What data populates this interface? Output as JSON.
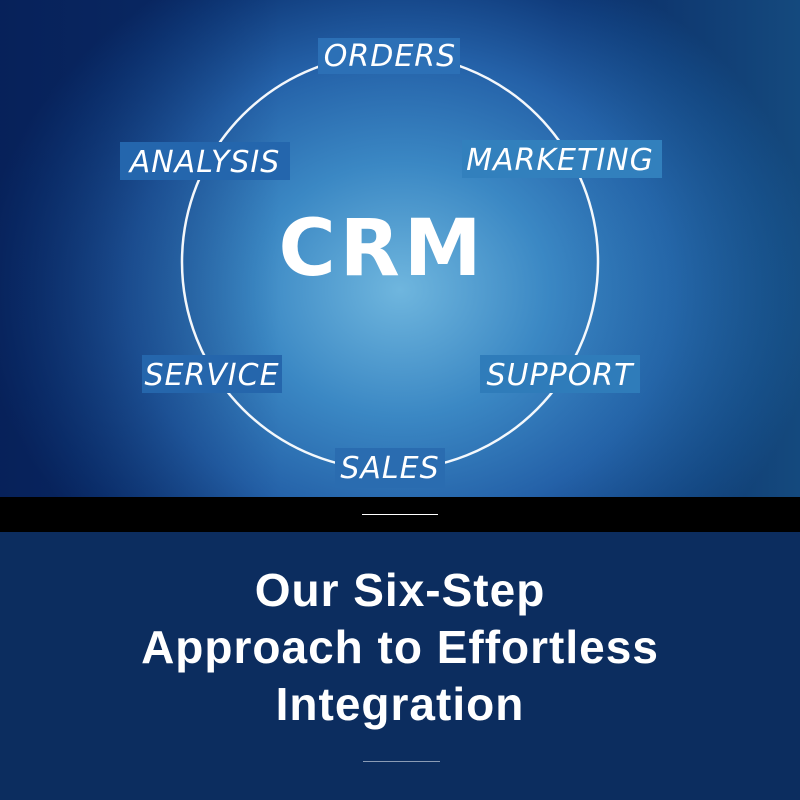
{
  "hero": {
    "center_label": "CRM",
    "cycle_labels": [
      "ORDERS",
      "MARKETING",
      "SUPPORT",
      "SALES",
      "SERVICE",
      "ANALYSIS"
    ]
  },
  "headline": {
    "lines": [
      "Our Six-Step",
      "Approach to Effortless",
      "Integration"
    ]
  },
  "colors": {
    "background": "#0c2d5f",
    "band": "#000000",
    "text": "#ffffff"
  }
}
